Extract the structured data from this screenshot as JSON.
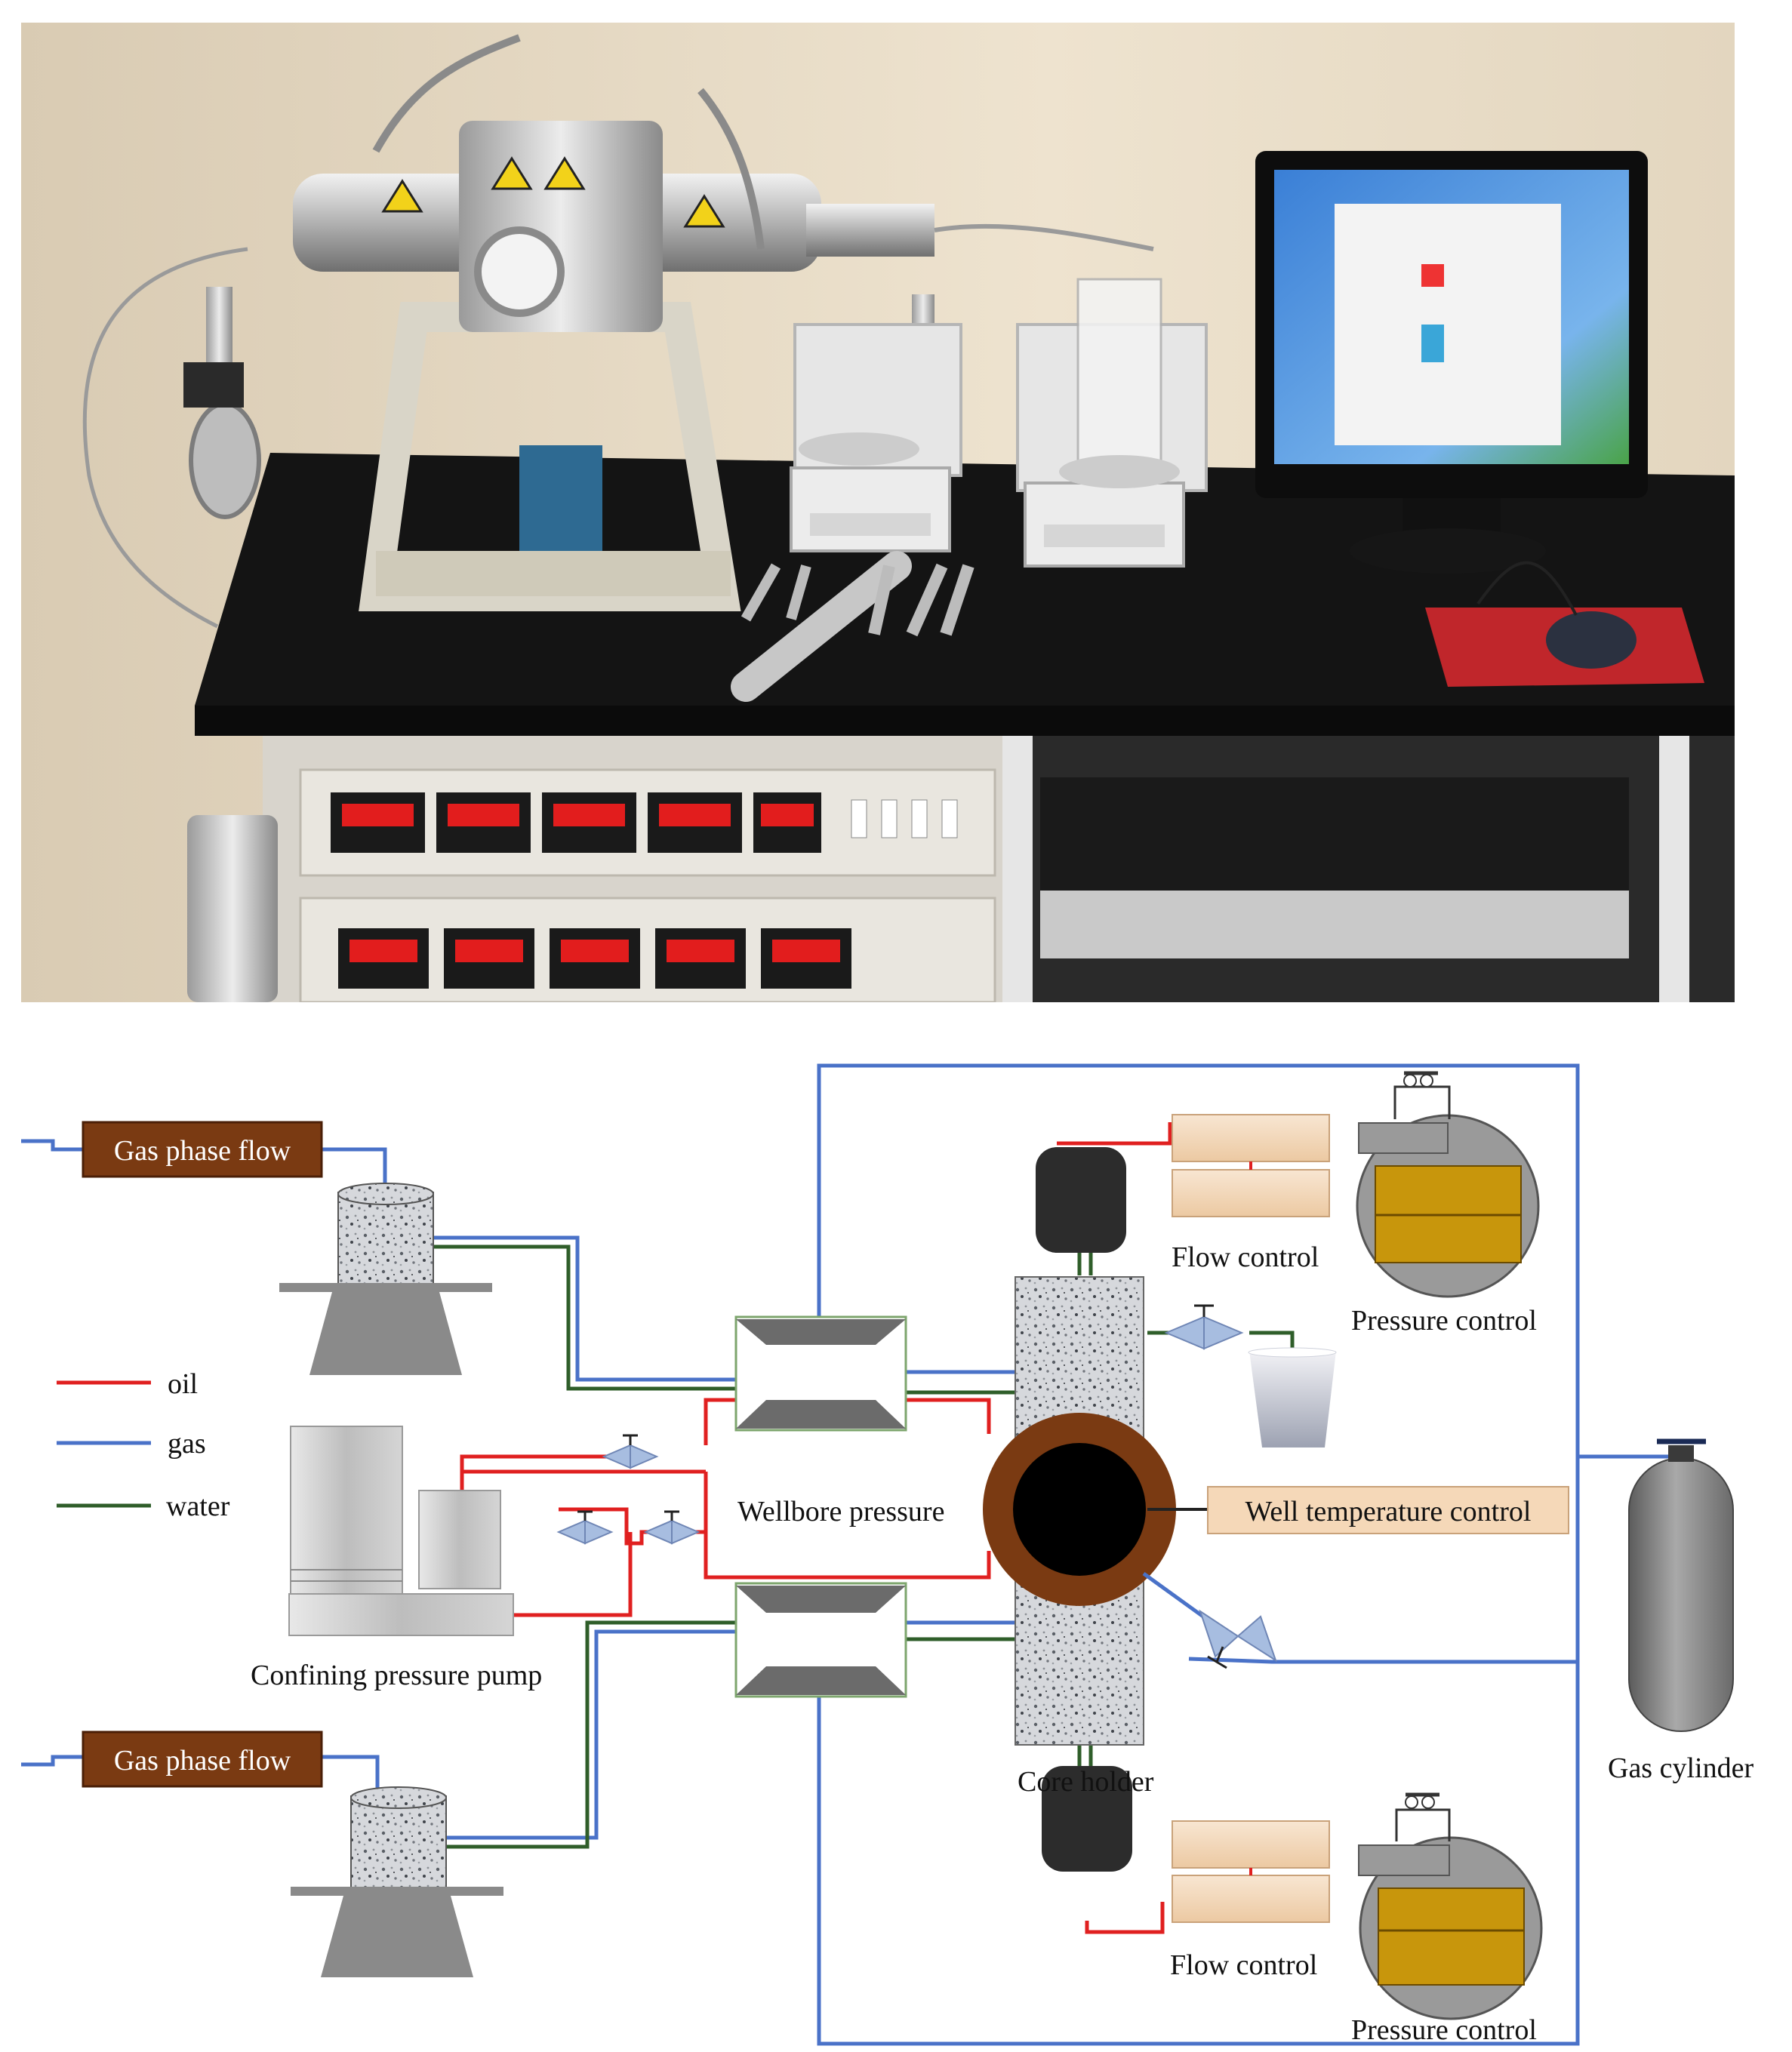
{
  "labels": {
    "gas_flow_top": "Gas phase flow",
    "gas_flow_bottom": "Gas phase flow",
    "legend_oil": "oil",
    "legend_gas": "gas",
    "legend_water": "water",
    "wellbore_pressure": "Wellbore pressure",
    "confining_pump": "Confining pressure pump",
    "flow_control_top": "Flow control",
    "flow_control_bottom": "Flow control",
    "pressure_control_top": "Pressure control",
    "pressure_control_bottom": "Pressure control",
    "well_temperature_control": "Well temperature control",
    "core_holder": "Core holder",
    "gas_cylinder": "Gas cylinder"
  },
  "colors": {
    "oil": "#e02020",
    "gas": "#4a72c8",
    "water": "#2f5e2a",
    "brown_box": "#7a3a12",
    "tan_box": "#f5d8b8",
    "gold": "#c8960c",
    "gray": "#8c8c8c"
  }
}
